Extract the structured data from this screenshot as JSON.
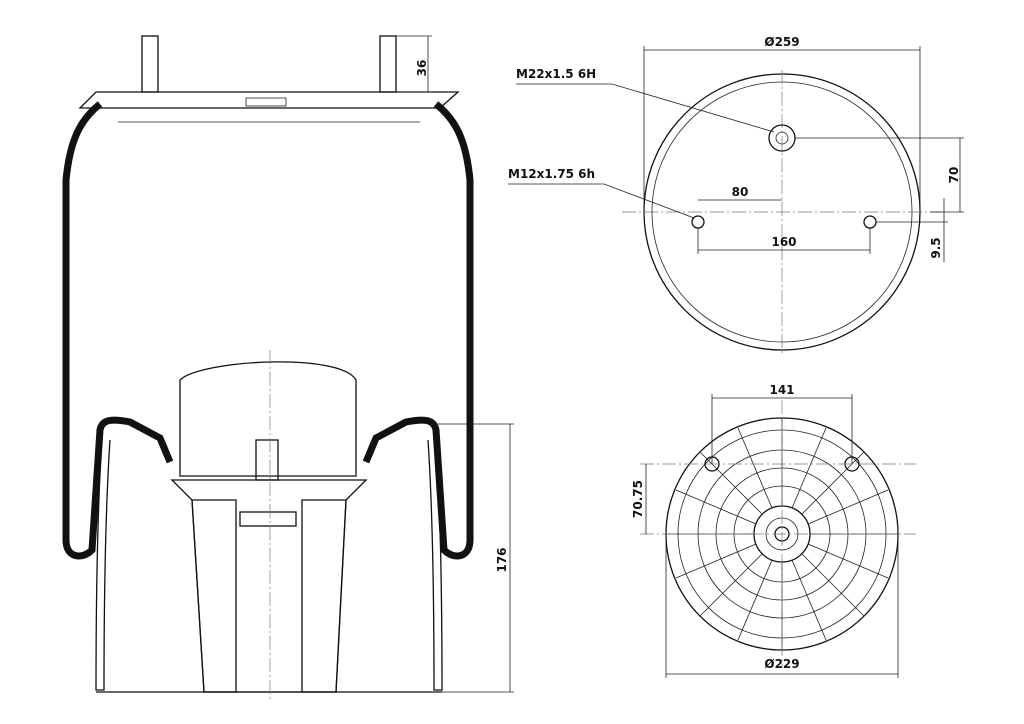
{
  "drawing": {
    "dimensions": {
      "stud_height": "36",
      "bellow_height": "176",
      "top_diameter": "Ø259",
      "bottom_diameter": "Ø229",
      "top_offset": "70",
      "stud_spacing_half": "80",
      "stud_spacing": "160",
      "stud_offset": "9.5",
      "bottom_width": "141",
      "bottom_offset": "70.75"
    },
    "callouts": {
      "air_thread": "M22x1.5 6H",
      "stud_thread": "M12x1.75 6h"
    }
  }
}
